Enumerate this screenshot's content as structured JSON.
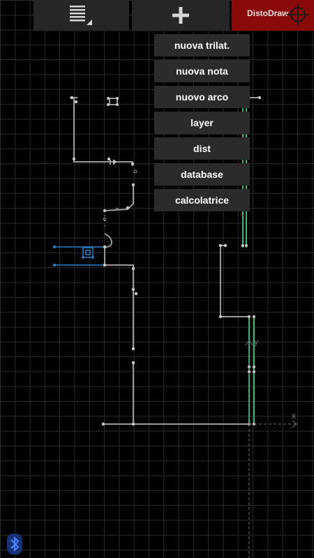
{
  "app": {
    "brand": "DistoDraw",
    "accent_color": "#8a0a0a",
    "toolbar_bg": "#262626"
  },
  "toolbar": {
    "menu_icon": "list-menu-icon",
    "add_icon": "plus-icon",
    "target_icon": "crosshair-target-icon"
  },
  "menu": {
    "items": [
      {
        "label": "nuova trilat."
      },
      {
        "label": "nuova nota"
      },
      {
        "label": "nuovo arco"
      },
      {
        "label": "layer"
      },
      {
        "label": "dist"
      },
      {
        "label": "database"
      },
      {
        "label": "calcolatrice"
      }
    ]
  },
  "canvas": {
    "axis_x_label": "x",
    "axis_y_label": "y",
    "colors": {
      "lines": "#9a9a9a",
      "green": "#2fb872",
      "blue": "#2f7fd0"
    }
  },
  "status": {
    "bluetooth_icon": "bluetooth-icon"
  }
}
